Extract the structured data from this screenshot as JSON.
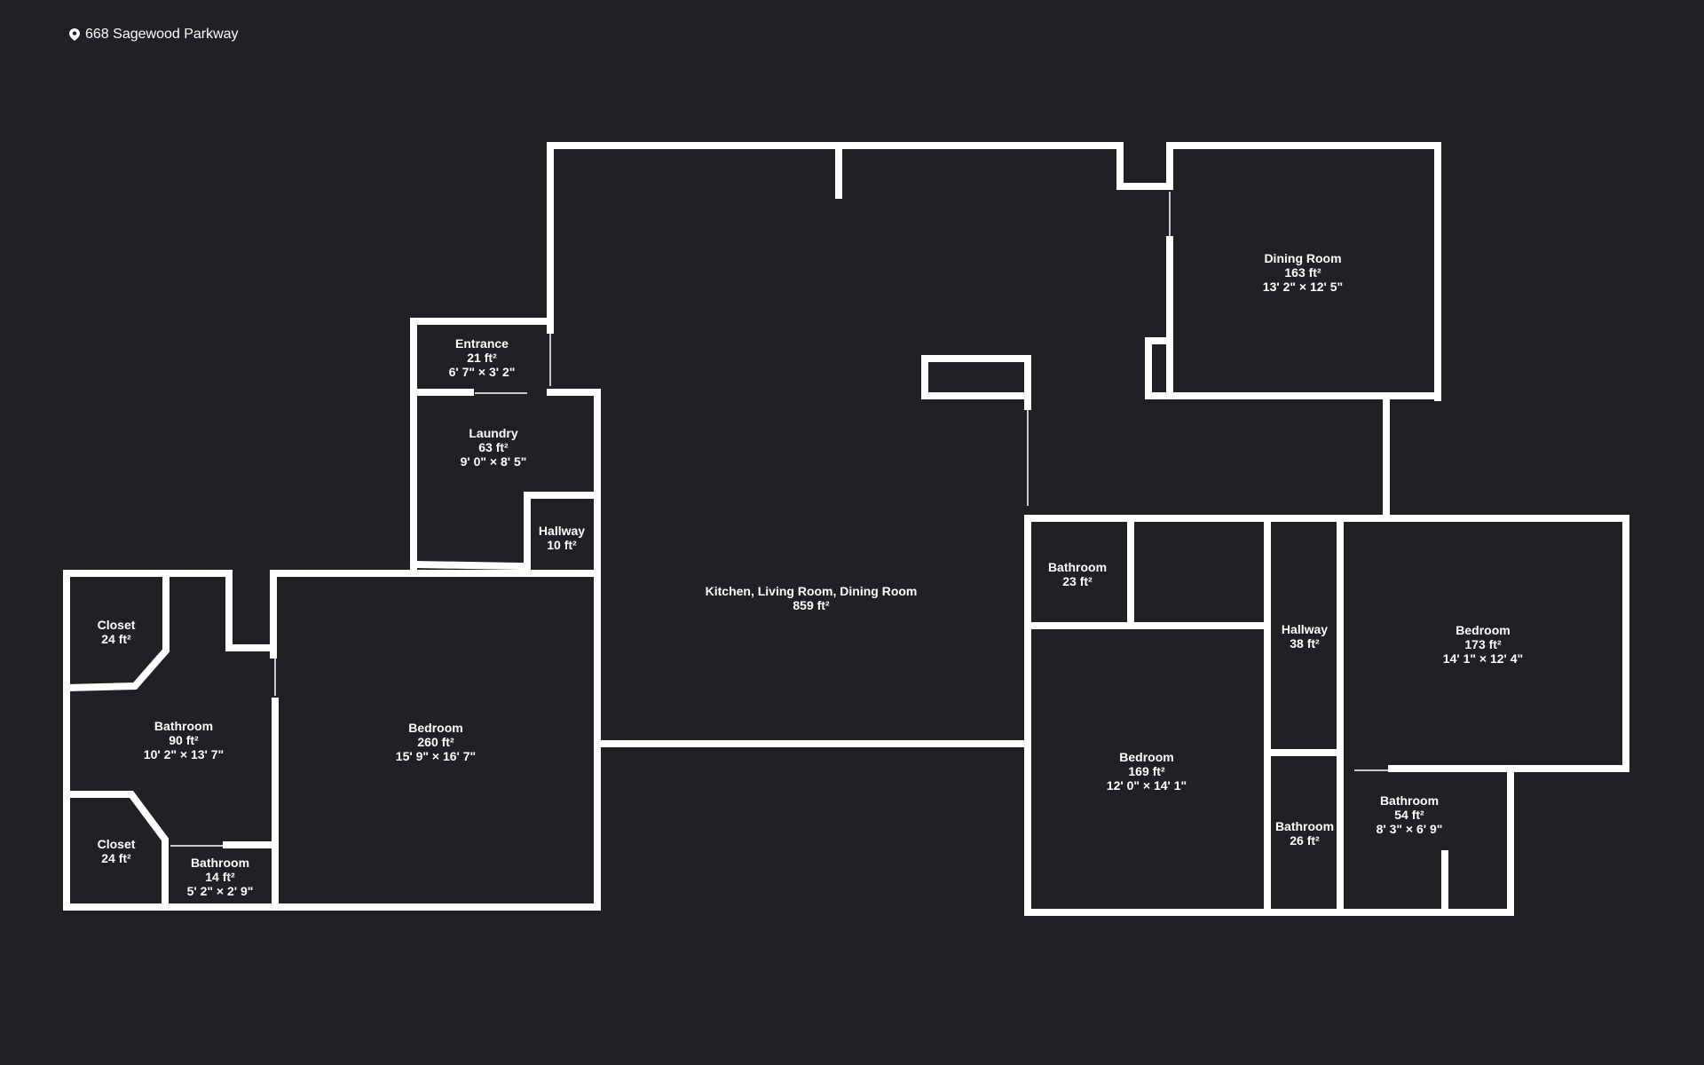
{
  "address": "668 Sagewood Parkway",
  "colors": {
    "background": "#202124",
    "wall": "#ffffff",
    "text": "#ffffff"
  },
  "rooms": {
    "entrance": {
      "name": "Entrance",
      "area": "21 ft²",
      "dims": "6' 7\" × 3' 2\""
    },
    "laundry": {
      "name": "Laundry",
      "area": "63 ft²",
      "dims": "9' 0\" × 8' 5\""
    },
    "hallway_small": {
      "name": "Hallway",
      "area": "10 ft²"
    },
    "kitchen": {
      "name": "Kitchen, Living Room, Dining Room",
      "area": "859 ft²"
    },
    "dining": {
      "name": "Dining Room",
      "area": "163 ft²",
      "dims": "13' 2\" × 12' 5\""
    },
    "closet_top": {
      "name": "Closet",
      "area": "24 ft²"
    },
    "closet_bottom": {
      "name": "Closet",
      "area": "24 ft²"
    },
    "bath_left": {
      "name": "Bathroom",
      "area": "90 ft²",
      "dims": "10' 2\" × 13' 7\""
    },
    "bath_small": {
      "name": "Bathroom",
      "area": "14 ft²",
      "dims": "5' 2\" × 2' 9\""
    },
    "bedroom_left": {
      "name": "Bedroom",
      "area": "260 ft²",
      "dims": "15' 9\" × 16' 7\""
    },
    "bath_23": {
      "name": "Bathroom",
      "area": "23 ft²"
    },
    "hallway_right": {
      "name": "Hallway",
      "area": "38 ft²"
    },
    "bedroom_right": {
      "name": "Bedroom",
      "area": "173 ft²",
      "dims": "14' 1\" × 12' 4\""
    },
    "bedroom_mid": {
      "name": "Bedroom",
      "area": "169 ft²",
      "dims": "12' 0\" × 14' 1\""
    },
    "bath_26": {
      "name": "Bathroom",
      "area": "26 ft²"
    },
    "bath_54": {
      "name": "Bathroom",
      "area": "54 ft²",
      "dims": "8' 3\" × 6' 9\""
    }
  }
}
